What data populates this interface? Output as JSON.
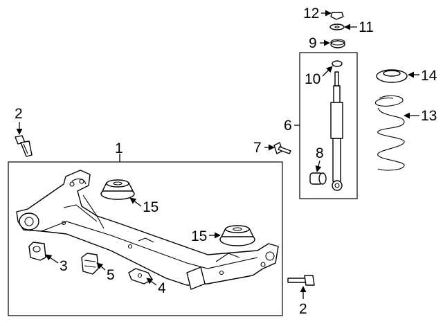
{
  "diagram": {
    "callouts": [
      {
        "id": "c1",
        "label": "1"
      },
      {
        "id": "c2a",
        "label": "2"
      },
      {
        "id": "c2b",
        "label": "2"
      },
      {
        "id": "c3",
        "label": "3"
      },
      {
        "id": "c4",
        "label": "4"
      },
      {
        "id": "c5",
        "label": "5"
      },
      {
        "id": "c6",
        "label": "6"
      },
      {
        "id": "c7",
        "label": "7"
      },
      {
        "id": "c8",
        "label": "8"
      },
      {
        "id": "c9",
        "label": "9"
      },
      {
        "id": "c10",
        "label": "10"
      },
      {
        "id": "c11",
        "label": "11"
      },
      {
        "id": "c12",
        "label": "12"
      },
      {
        "id": "c13",
        "label": "13"
      },
      {
        "id": "c14",
        "label": "14"
      },
      {
        "id": "c15a",
        "label": "15"
      },
      {
        "id": "c15b",
        "label": "15"
      }
    ]
  }
}
